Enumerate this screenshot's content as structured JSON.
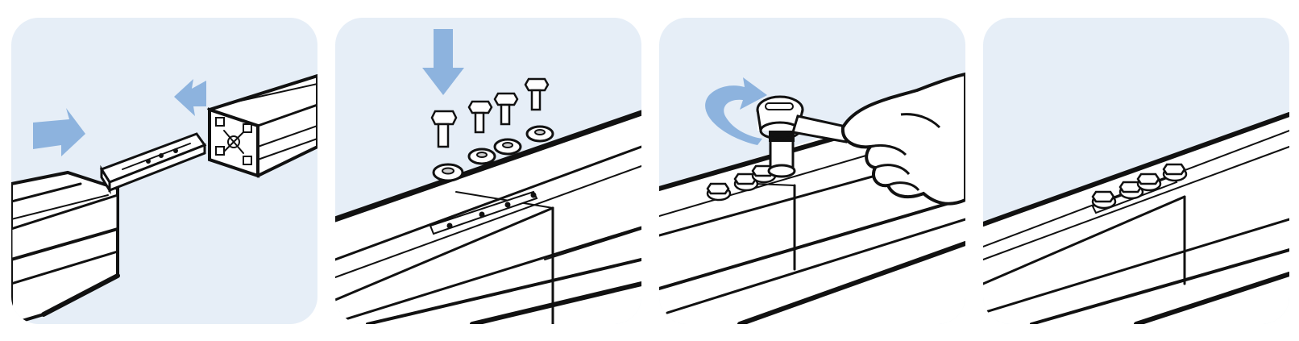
{
  "colors": {
    "panel_background": "#e6eef7",
    "arrow": "#8db3de",
    "ink": "#111111",
    "metal": "#ffffff"
  },
  "steps": [
    {
      "step": 1,
      "depicts": "insert-connector-into-profile-slot",
      "icons": [
        "push-arrow-icon",
        "push-arrow-icon"
      ]
    },
    {
      "step": 2,
      "depicts": "place-bolts-and-washers",
      "icons": [
        "down-arrow-icon",
        "hex-bolt-icon",
        "washer-icon"
      ],
      "bolt_count": 4,
      "washer_count": 4
    },
    {
      "step": 3,
      "depicts": "tighten-bolts-with-wrench",
      "icons": [
        "rotate-arrow-icon",
        "wrench-icon",
        "hand-icon"
      ]
    },
    {
      "step": 4,
      "depicts": "joined-profiles-with-bolts",
      "icons": [
        "hex-bolt-icon"
      ],
      "bolt_count": 4
    }
  ]
}
